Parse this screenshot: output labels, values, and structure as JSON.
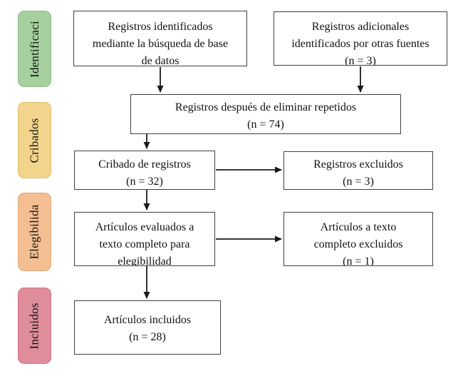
{
  "diagram": {
    "stages": [
      {
        "label": "Identificaci",
        "bg": "#a6d09f",
        "border": "#8fbc85"
      },
      {
        "label": "Cribados",
        "bg": "#f2d48c",
        "border": "#e0bf72"
      },
      {
        "label": "Elegibilida",
        "bg": "#f3bf92",
        "border": "#e2a877"
      },
      {
        "label": "Incluidos",
        "bg": "#e08d9b",
        "border": "#cd7586"
      }
    ],
    "nodes": {
      "records_identified": {
        "lines": [
          "Registros identificados",
          "mediante la búsqueda de base",
          "de datos"
        ]
      },
      "records_additional": {
        "lines": [
          "Registros adicionales",
          "identificados por otras fuentes",
          "(n = 3)"
        ]
      },
      "records_deduplicated": {
        "lines": [
          "Registros después de eliminar repetidos",
          "(n = 74)"
        ]
      },
      "records_screened": {
        "lines": [
          "Cribado de registros",
          "(n = 32)"
        ]
      },
      "records_excluded": {
        "lines": [
          "Registros excluidos",
          "(n = 3)"
        ]
      },
      "articles_fulltext": {
        "lines": [
          "Artículos evaluados a",
          "texto completo para",
          "elegibilidad"
        ]
      },
      "articles_fulltext_excluded": {
        "lines": [
          "Artículos a texto",
          "completo excluidos",
          "(n = 1)"
        ]
      },
      "articles_included": {
        "lines": [
          "Artículos incluidos",
          "(n = 28)"
        ]
      }
    },
    "arrow_color": "#1a1a1a"
  }
}
